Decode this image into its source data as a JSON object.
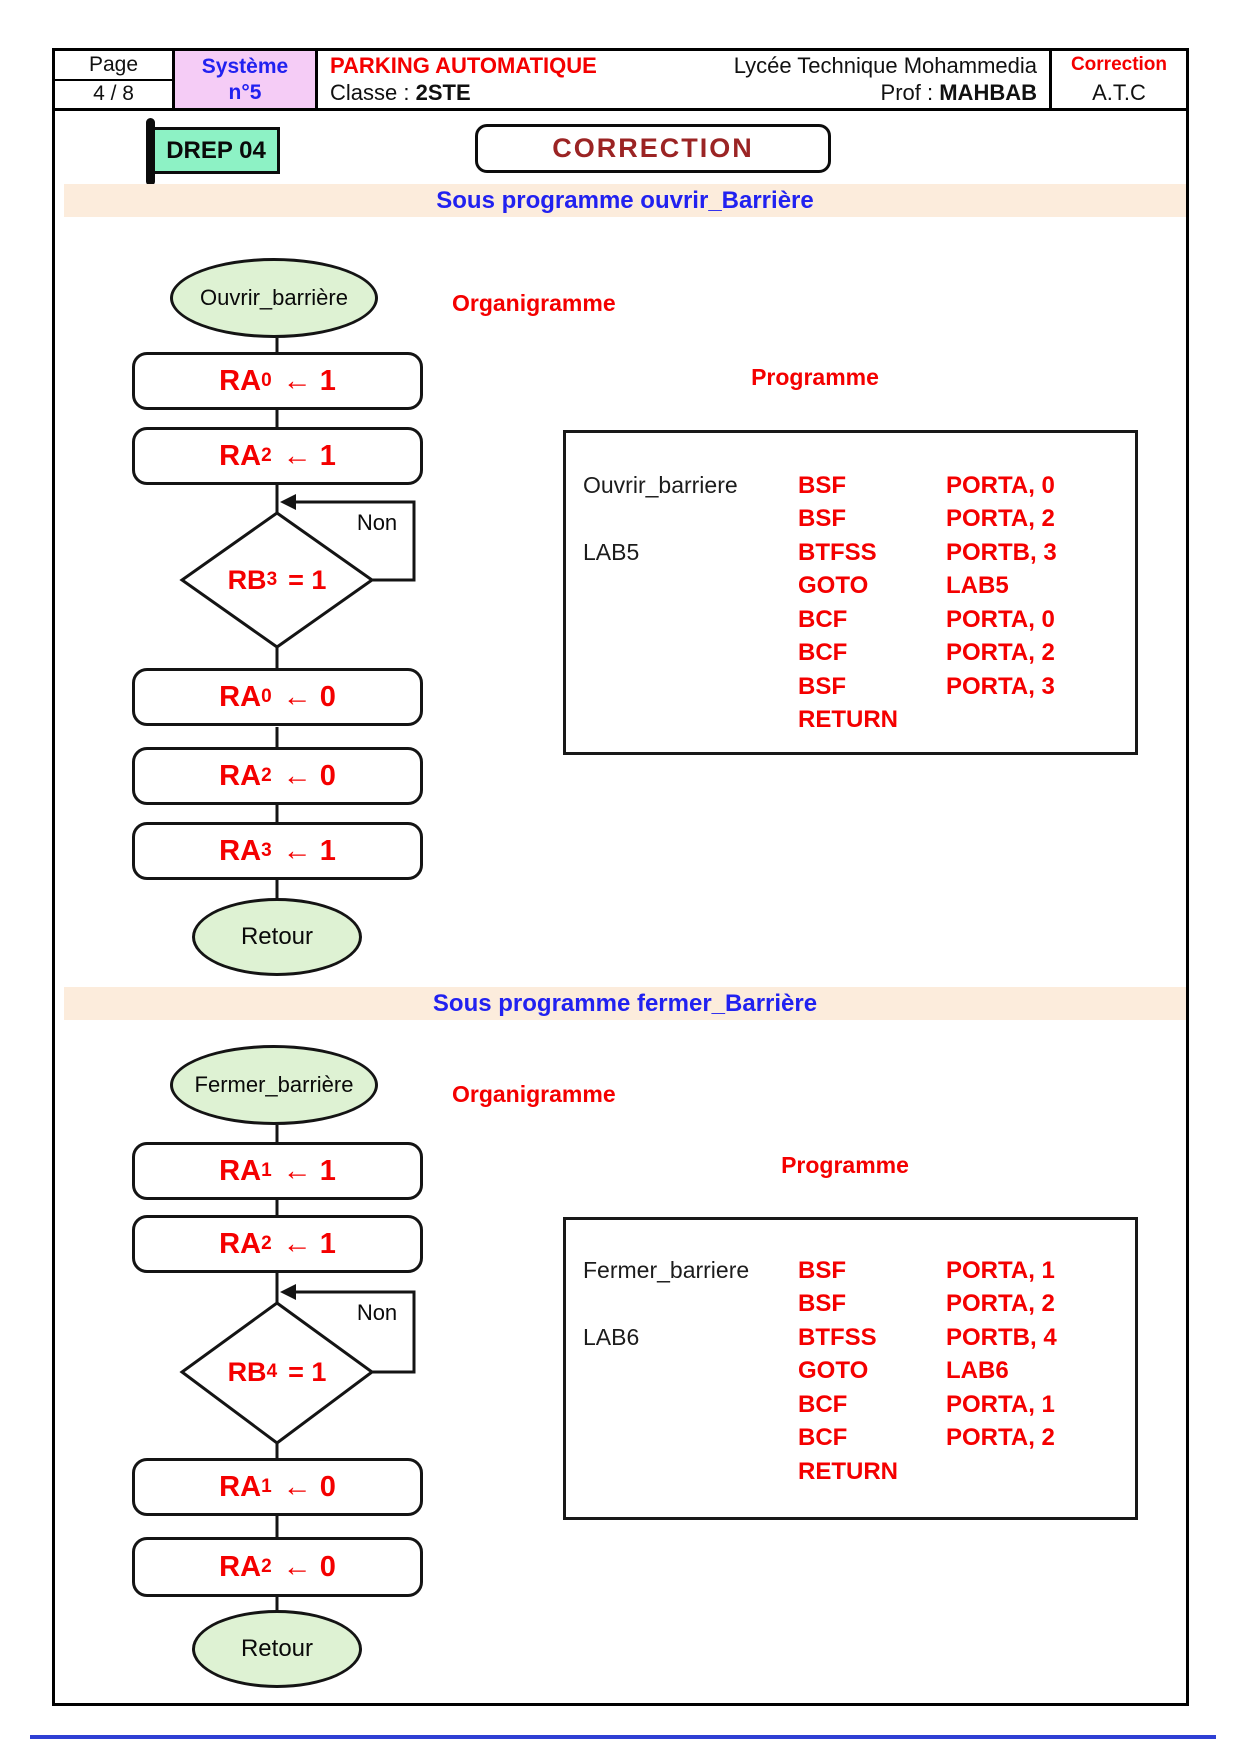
{
  "header": {
    "page_label": "Page",
    "page_value": "4 / 8",
    "system_top": "Système",
    "system_bottom": "n°5",
    "doc_title": "PARKING AUTOMATIQUE",
    "class_label": "Classe :",
    "class_value": "2STE",
    "school": "Lycée Technique Mohammedia",
    "prof_label": "Prof :",
    "prof_value": "MAHBAB",
    "correction_label": "Correction",
    "unit": "A.T.C"
  },
  "badge_label": "DREP 04",
  "correction_title": "CORRECTION",
  "colors": {
    "accent_red": "#f40000",
    "accent_blue": "#2121f0",
    "dark_red": "#9b2424",
    "section_bar_bg": "#fcecdc",
    "system_cell_bg": "#f5ccf6",
    "badge_bg": "#8df2c5",
    "terminator_bg": "#def2d3"
  },
  "sections": [
    {
      "bar_title": "Sous programme ouvrir_Barrière",
      "organigramme_label": "Organigramme",
      "programme_label": "Programme",
      "flow": {
        "start": "Ouvrir_barrière",
        "pre_steps": [
          {
            "pre": "RA",
            "sub": "0",
            "post": "← 1"
          },
          {
            "pre": "RA",
            "sub": "2",
            "post": "← 1"
          }
        ],
        "decision": {
          "pre": "RB",
          "sub": "3",
          "post": "= 1"
        },
        "non": "Non",
        "post_steps": [
          {
            "pre": "RA",
            "sub": "0",
            "post": "← 0"
          },
          {
            "pre": "RA",
            "sub": "2",
            "post": "← 0"
          },
          {
            "pre": "RA",
            "sub": "3",
            "post": "← 1"
          }
        ],
        "end": "Retour"
      },
      "code": [
        {
          "label": "Ouvrir_barriere",
          "op": "BSF",
          "arg": "PORTA, 0"
        },
        {
          "label": "",
          "op": "BSF",
          "arg": "PORTA, 2"
        },
        {
          "label": "LAB5",
          "op": "BTFSS",
          "arg": "PORTB, 3"
        },
        {
          "label": "",
          "op": "GOTO",
          "arg": "LAB5"
        },
        {
          "label": "",
          "op": "BCF",
          "arg": "PORTA, 0"
        },
        {
          "label": "",
          "op": "BCF",
          "arg": "PORTA, 2"
        },
        {
          "label": "",
          "op": "BSF",
          "arg": "PORTA, 3"
        },
        {
          "label": "",
          "op": "RETURN",
          "arg": ""
        }
      ]
    },
    {
      "bar_title": "Sous programme fermer_Barrière",
      "organigramme_label": "Organigramme",
      "programme_label": "Programme",
      "flow": {
        "start": "Fermer_barrière",
        "pre_steps": [
          {
            "pre": "RA",
            "sub": "1",
            "post": "← 1"
          },
          {
            "pre": "RA",
            "sub": "2",
            "post": "← 1"
          }
        ],
        "decision": {
          "pre": "RB",
          "sub": "4",
          "post": "= 1"
        },
        "non": "Non",
        "post_steps": [
          {
            "pre": "RA",
            "sub": "1",
            "post": "← 0"
          },
          {
            "pre": "RA",
            "sub": "2",
            "post": "← 0"
          }
        ],
        "end": "Retour"
      },
      "code": [
        {
          "label": "Fermer_barriere",
          "op": "BSF",
          "arg": "PORTA, 1"
        },
        {
          "label": "",
          "op": "BSF",
          "arg": "PORTA, 2"
        },
        {
          "label": "LAB6",
          "op": "BTFSS",
          "arg": "PORTB, 4"
        },
        {
          "label": "",
          "op": "GOTO",
          "arg": "LAB6"
        },
        {
          "label": "",
          "op": "BCF",
          "arg": "PORTA, 1"
        },
        {
          "label": "",
          "op": "BCF",
          "arg": "PORTA, 2"
        },
        {
          "label": "",
          "op": "RETURN",
          "arg": ""
        }
      ]
    }
  ]
}
